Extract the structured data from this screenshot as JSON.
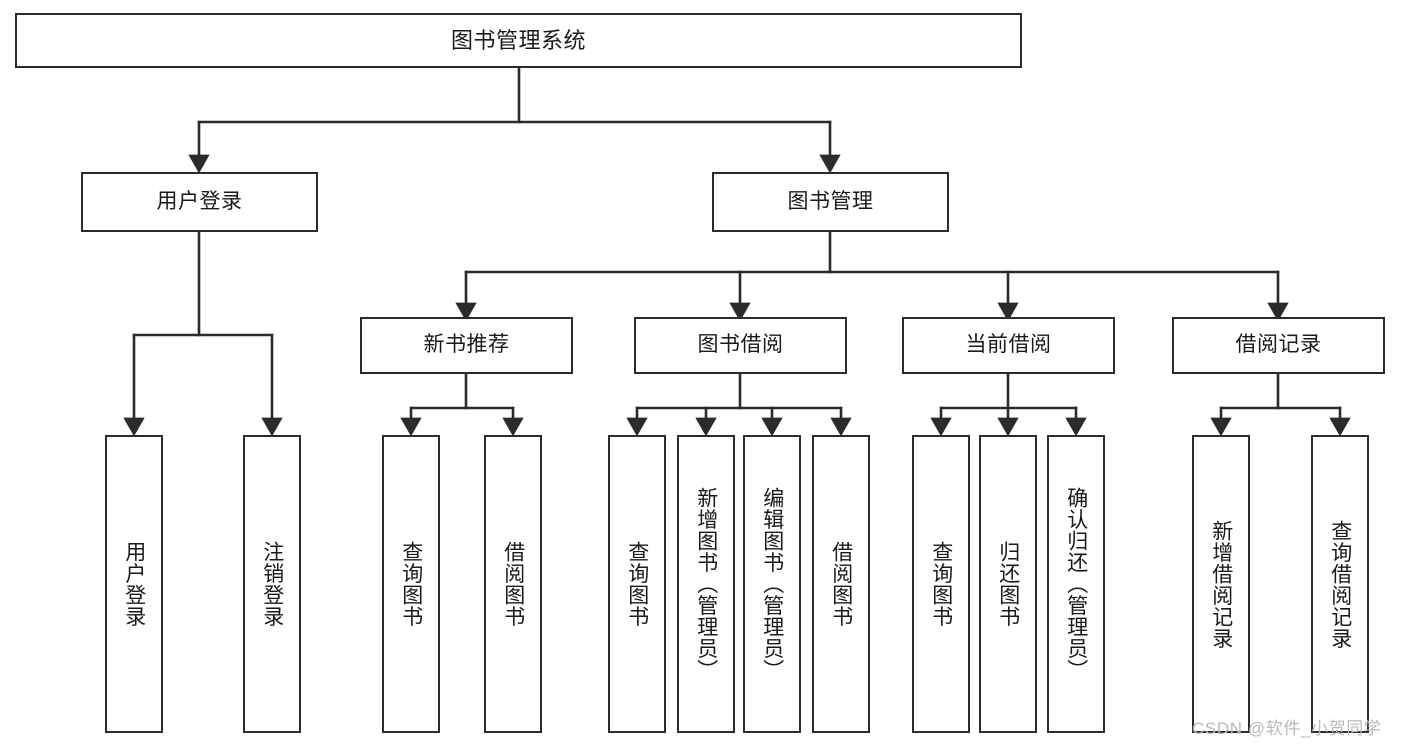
{
  "diagram": {
    "title": "图书管理系统",
    "type": "tree",
    "orientation": "top-down",
    "line_color": "#2b2b2b",
    "box_fill": "#ffffff",
    "text_color": "#1a1a1a"
  },
  "nodes": {
    "root": {
      "label": "图书管理系统"
    },
    "level2": [
      {
        "label": "用户登录"
      },
      {
        "label": "图书管理"
      }
    ],
    "level3": [
      {
        "label": "新书推荐"
      },
      {
        "label": "图书借阅"
      },
      {
        "label": "当前借阅"
      },
      {
        "label": "借阅记录"
      }
    ],
    "leaves": {
      "user_login": [
        {
          "label": "用户登录"
        },
        {
          "label": "注销登录"
        }
      ],
      "new_book_recommend": [
        {
          "label": "查询图书"
        },
        {
          "label": "借阅图书"
        }
      ],
      "book_borrow": [
        {
          "label": "查询图书"
        },
        {
          "label": "新增图书（管理员）"
        },
        {
          "label": "编辑图书（管理员）"
        },
        {
          "label": "借阅图书"
        }
      ],
      "current_borrow": [
        {
          "label": "查询图书"
        },
        {
          "label": "归还图书"
        },
        {
          "label": "确认归还（管理员）"
        }
      ],
      "borrow_record": [
        {
          "label": "新增借阅记录"
        },
        {
          "label": "查询借阅记录"
        }
      ]
    }
  },
  "watermark": {
    "text": "CSDN @软件_小贺同学"
  }
}
